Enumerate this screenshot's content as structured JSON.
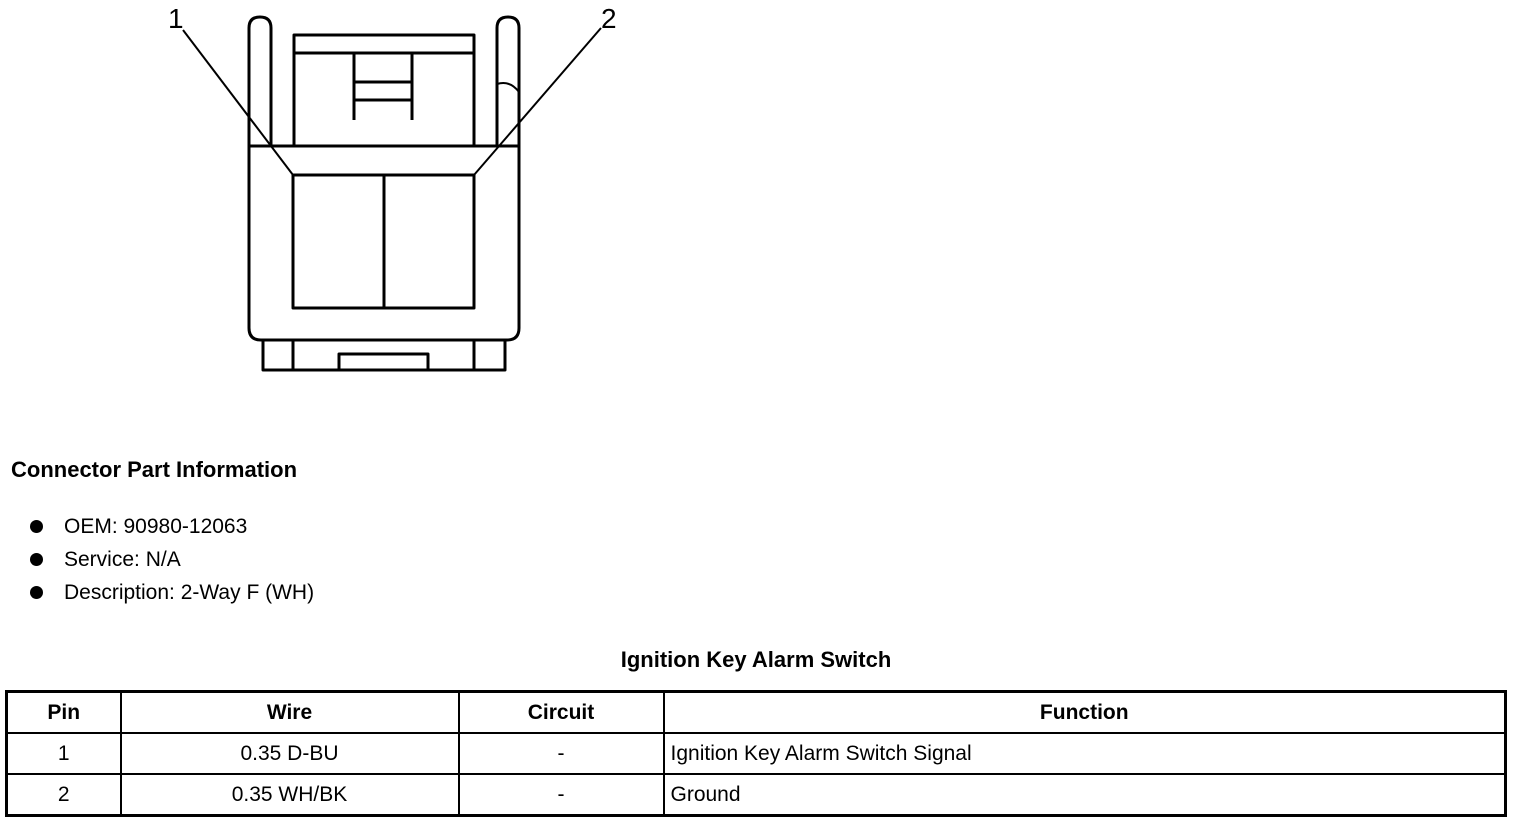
{
  "diagram": {
    "pin_callouts": [
      "1",
      "2"
    ]
  },
  "connector_info": {
    "title": "Connector Part Information",
    "items": [
      "OEM: 90980-12063",
      "Service: N/A",
      "Description: 2-Way F (WH)"
    ]
  },
  "table": {
    "title": "Ignition Key Alarm Switch",
    "headers": [
      "Pin",
      "Wire",
      "Circuit",
      "Function"
    ],
    "rows": [
      [
        "1",
        "0.35 D-BU",
        "-",
        "Ignition Key Alarm Switch Signal"
      ],
      [
        "2",
        "0.35 WH/BK",
        "-",
        "Ground"
      ]
    ]
  }
}
